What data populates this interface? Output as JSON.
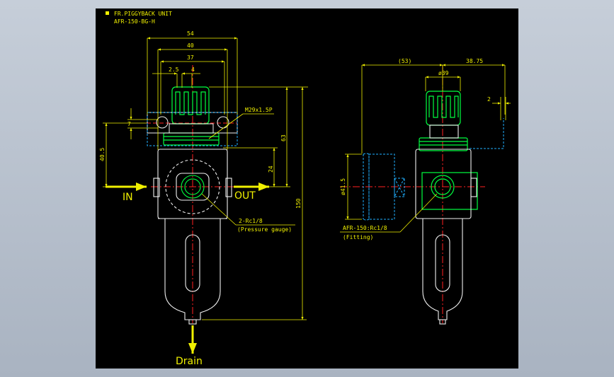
{
  "drawing": {
    "title_line1": "FR.PIGGYBACK UNIT",
    "title_line2": "AFR-150-BG-H"
  },
  "front_view": {
    "dims": {
      "w54": "54",
      "w40": "40",
      "w37": "37",
      "d25": "2.5",
      "d4": "4",
      "d7": "7",
      "h405": "40.5",
      "h63": "63",
      "h24": "24",
      "h150": "150"
    },
    "thread_note": "M29x1.5P",
    "port_note": "2-Rc1/8",
    "port_note_sub": "(Pressure gauge)",
    "in_label": "IN",
    "out_label": "OUT",
    "drain_label": "Drain"
  },
  "side_view": {
    "dims": {
      "d53": "(53)",
      "d3875": "38.75",
      "d39": "ø39",
      "d2": "2",
      "d415": "ø41.5"
    },
    "fitting_note": "AFR-150:Rc1/8",
    "fitting_note_sub": "(Fitting)"
  },
  "colors": {
    "background": "#000000",
    "body_line": "#f0f0f0",
    "knob": "#00ff40",
    "center_line": "#ff2020",
    "dimension": "#f0f000",
    "gauge_outline": "#20b0ff",
    "arrow": "#f0f000"
  }
}
